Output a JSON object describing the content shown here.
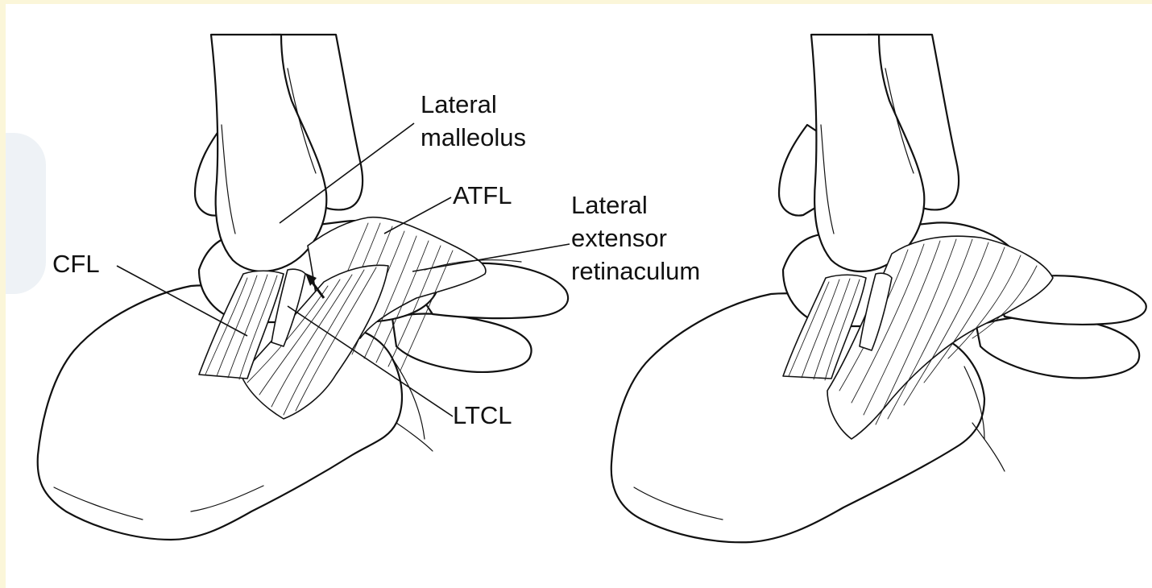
{
  "labels": {
    "lateral_malleolus": [
      "Lateral",
      "malleolus"
    ],
    "atfl": "ATFL",
    "lateral_extensor_retinaculum": [
      "Lateral",
      "extensor",
      "retinaculum"
    ],
    "cfl": "CFL",
    "ltcl": "LTCL"
  },
  "colors": {
    "frame_border": "#fbf6d9",
    "background": "#ffffff",
    "ink": "#111111"
  }
}
